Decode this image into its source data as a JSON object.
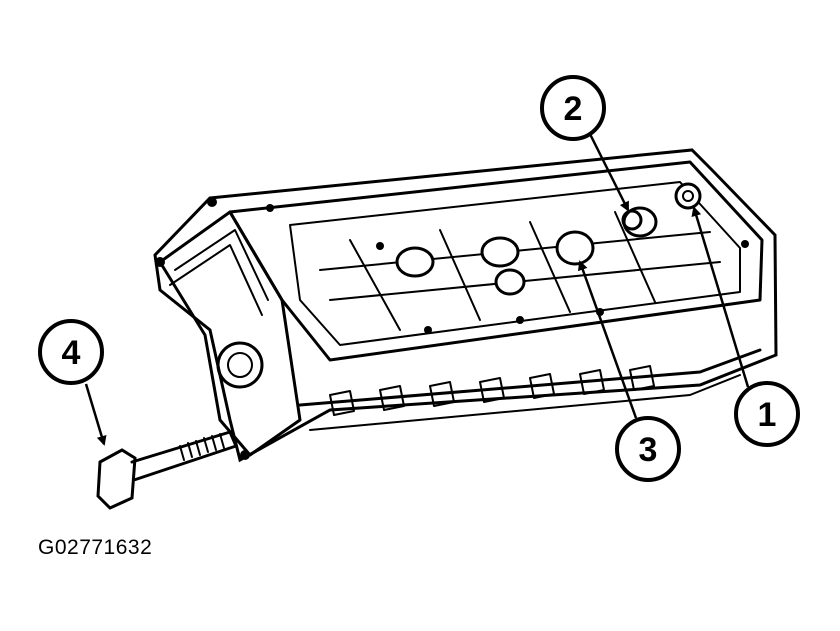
{
  "figure": {
    "id_label": "G02771632"
  },
  "callouts": [
    {
      "number": "1"
    },
    {
      "number": "2"
    },
    {
      "number": "3"
    },
    {
      "number": "4"
    }
  ]
}
